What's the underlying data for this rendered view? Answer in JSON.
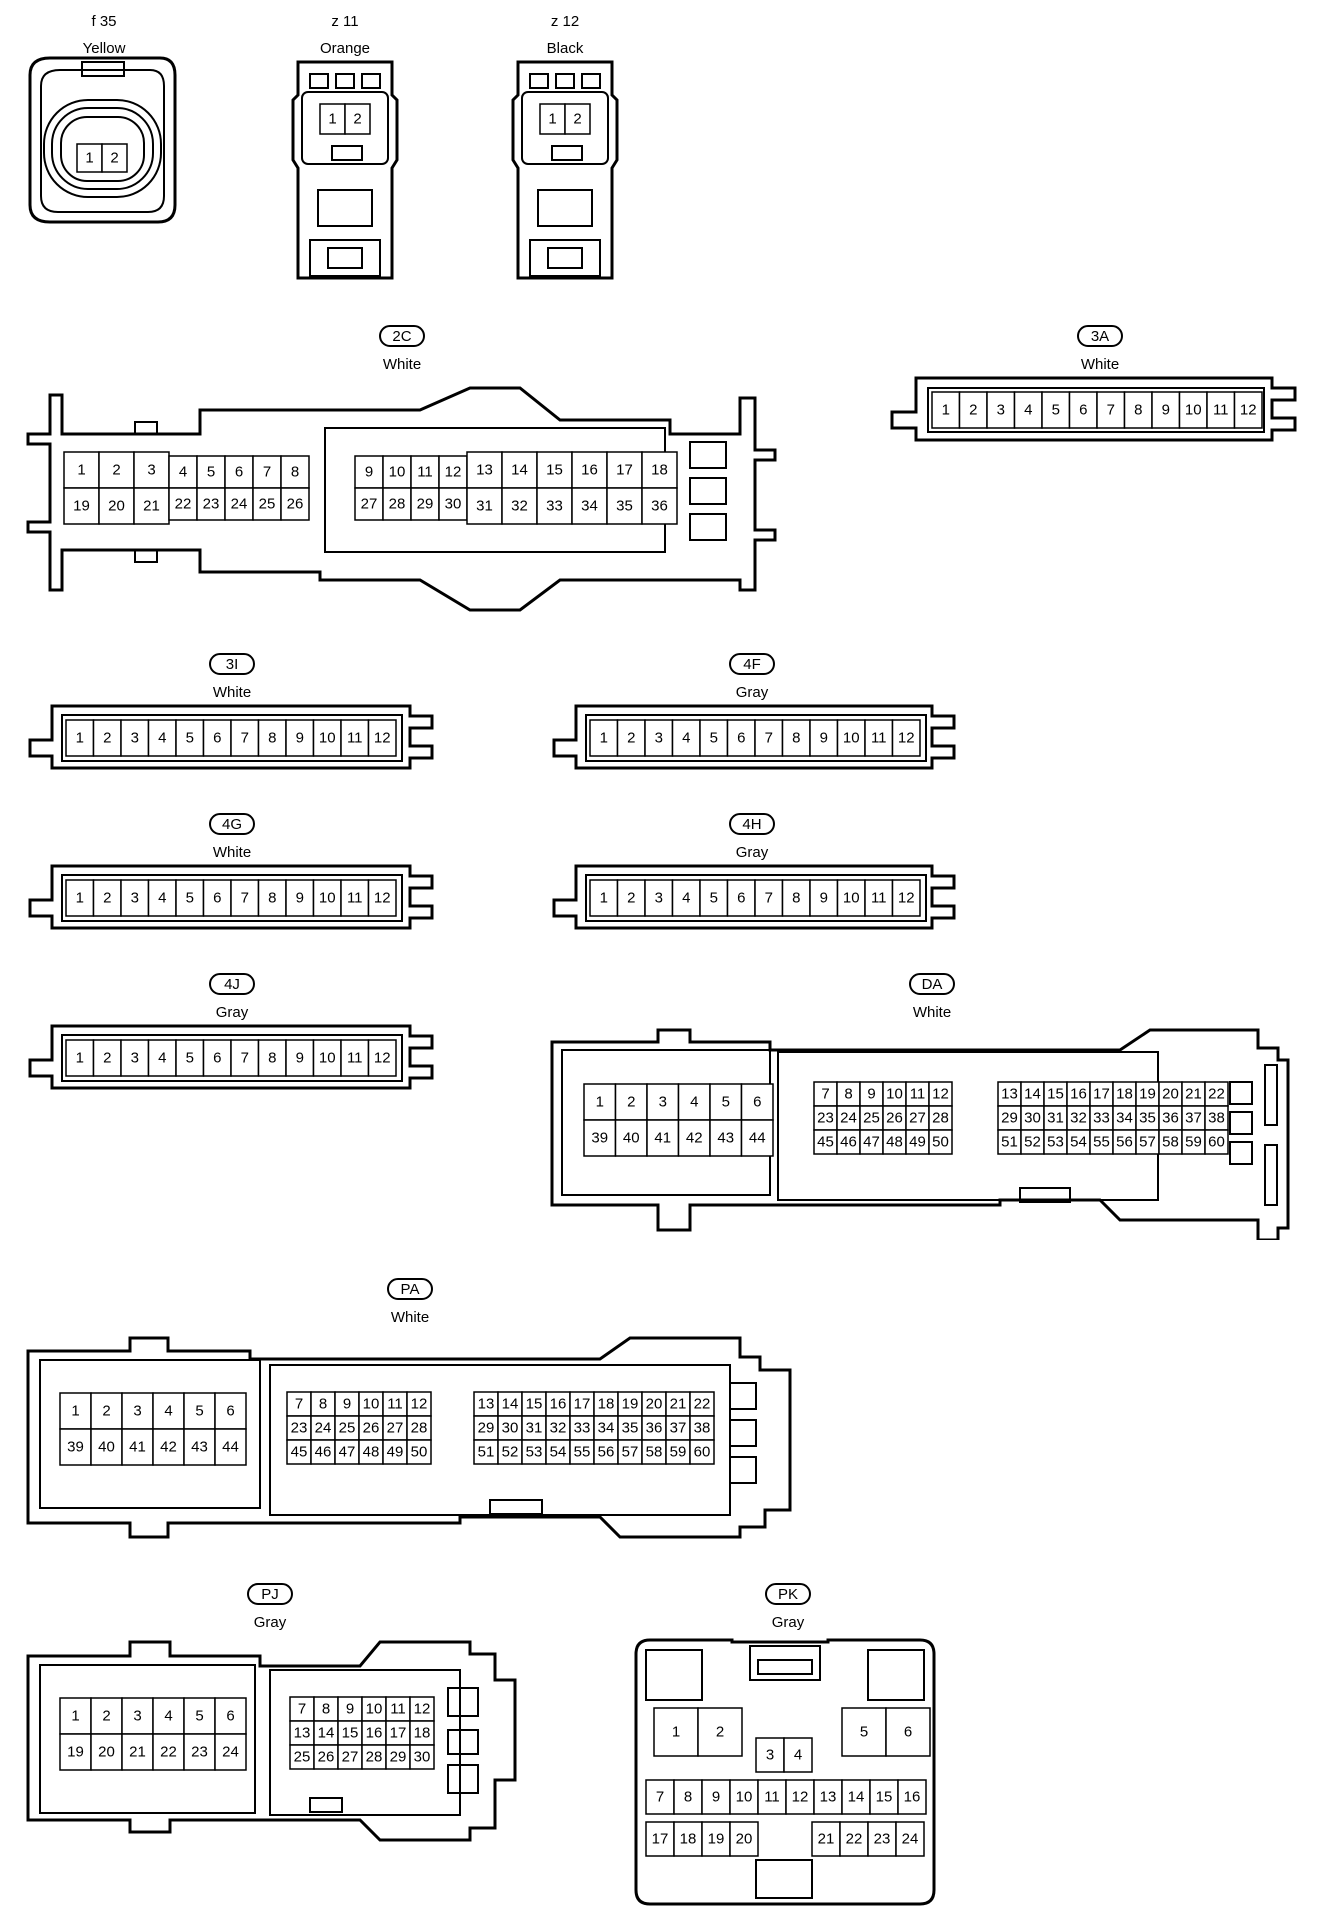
{
  "connectors": [
    {
      "id": "f35",
      "code": "f 35",
      "color": "Yellow",
      "rows": [
        [
          "1",
          "2"
        ]
      ]
    },
    {
      "id": "z11",
      "code": "z 11",
      "color": "Orange",
      "rows": [
        [
          "1",
          "2"
        ]
      ]
    },
    {
      "id": "z12",
      "code": "z 12",
      "color": "Black",
      "rows": [
        [
          "1",
          "2"
        ]
      ]
    },
    {
      "id": "2C",
      "code": "2C",
      "color": "White",
      "rows": [
        [
          "1",
          "2",
          "3",
          "4",
          "5",
          "6",
          "7",
          "8",
          "9",
          "10",
          "11",
          "12",
          "13",
          "14",
          "15",
          "16",
          "17",
          "18"
        ],
        [
          "19",
          "20",
          "21",
          "22",
          "23",
          "24",
          "25",
          "26",
          "27",
          "28",
          "29",
          "30",
          "31",
          "32",
          "33",
          "34",
          "35",
          "36"
        ]
      ]
    },
    {
      "id": "3A",
      "code": "3A",
      "color": "White",
      "rows": [
        [
          "1",
          "2",
          "3",
          "4",
          "5",
          "6",
          "7",
          "8",
          "9",
          "10",
          "11",
          "12"
        ]
      ]
    },
    {
      "id": "3I",
      "code": "3I",
      "color": "White",
      "rows": [
        [
          "1",
          "2",
          "3",
          "4",
          "5",
          "6",
          "7",
          "8",
          "9",
          "10",
          "11",
          "12"
        ]
      ]
    },
    {
      "id": "4F",
      "code": "4F",
      "color": "Gray",
      "rows": [
        [
          "1",
          "2",
          "3",
          "4",
          "5",
          "6",
          "7",
          "8",
          "9",
          "10",
          "11",
          "12"
        ]
      ]
    },
    {
      "id": "4G",
      "code": "4G",
      "color": "White",
      "rows": [
        [
          "1",
          "2",
          "3",
          "4",
          "5",
          "6",
          "7",
          "8",
          "9",
          "10",
          "11",
          "12"
        ]
      ]
    },
    {
      "id": "4H",
      "code": "4H",
      "color": "Gray",
      "rows": [
        [
          "1",
          "2",
          "3",
          "4",
          "5",
          "6",
          "7",
          "8",
          "9",
          "10",
          "11",
          "12"
        ]
      ]
    },
    {
      "id": "4J",
      "code": "4J",
      "color": "Gray",
      "rows": [
        [
          "1",
          "2",
          "3",
          "4",
          "5",
          "6",
          "7",
          "8",
          "9",
          "10",
          "11",
          "12"
        ]
      ]
    },
    {
      "id": "DA",
      "code": "DA",
      "color": "White",
      "rows": [
        [
          "1",
          "2",
          "3",
          "4",
          "5",
          "6",
          "7",
          "8",
          "9",
          "10",
          "11",
          "12",
          "13",
          "14",
          "15",
          "16",
          "17",
          "18",
          "19",
          "20",
          "21",
          "22"
        ],
        [
          "23",
          "24",
          "25",
          "26",
          "27",
          "28",
          "29",
          "30",
          "31",
          "32",
          "33",
          "34",
          "35",
          "36",
          "37",
          "38"
        ],
        [
          "39",
          "40",
          "41",
          "42",
          "43",
          "44",
          "45",
          "46",
          "47",
          "48",
          "49",
          "50",
          "51",
          "52",
          "53",
          "54",
          "55",
          "56",
          "57",
          "58",
          "59",
          "60"
        ]
      ]
    },
    {
      "id": "PA",
      "code": "PA",
      "color": "White",
      "rows": [
        [
          "1",
          "2",
          "3",
          "4",
          "5",
          "6",
          "7",
          "8",
          "9",
          "10",
          "11",
          "12",
          "13",
          "14",
          "15",
          "16",
          "17",
          "18",
          "19",
          "20",
          "21",
          "22"
        ],
        [
          "23",
          "24",
          "25",
          "26",
          "27",
          "28",
          "29",
          "30",
          "31",
          "32",
          "33",
          "34",
          "35",
          "36",
          "37",
          "38"
        ],
        [
          "39",
          "40",
          "41",
          "42",
          "43",
          "44",
          "45",
          "46",
          "47",
          "48",
          "49",
          "50",
          "51",
          "52",
          "53",
          "54",
          "55",
          "56",
          "57",
          "58",
          "59",
          "60"
        ]
      ]
    },
    {
      "id": "PJ",
      "code": "PJ",
      "color": "Gray",
      "rows": [
        [
          "1",
          "2",
          "3",
          "4",
          "5",
          "6",
          "7",
          "8",
          "9",
          "10",
          "11",
          "12"
        ],
        [
          "13",
          "14",
          "15",
          "16",
          "17",
          "18"
        ],
        [
          "19",
          "20",
          "21",
          "22",
          "23",
          "24",
          "25",
          "26",
          "27",
          "28",
          "29",
          "30"
        ]
      ]
    },
    {
      "id": "PK",
      "code": "PK",
      "color": "Gray",
      "rows": [
        [
          "1",
          "2",
          "3",
          "4",
          "5",
          "6"
        ],
        [
          "7",
          "8",
          "9",
          "10",
          "11",
          "12",
          "13",
          "14",
          "15",
          "16"
        ],
        [
          "17",
          "18",
          "19",
          "20",
          "21",
          "22",
          "23",
          "24"
        ]
      ]
    }
  ]
}
